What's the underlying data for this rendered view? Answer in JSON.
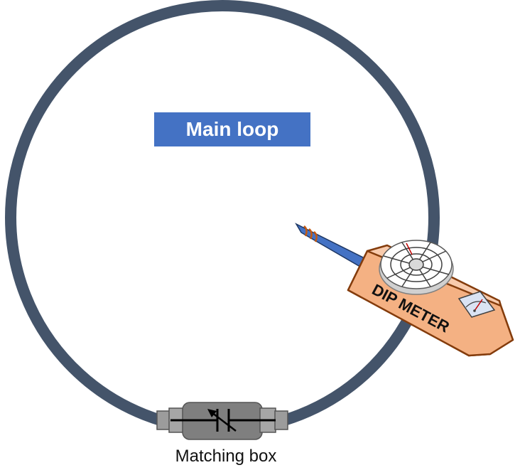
{
  "main_loop": {
    "label": "Main loop",
    "label_bg": "#4472c4",
    "loop_color": "#44546a"
  },
  "matching_box": {
    "label": "Matching box",
    "body_color": "#7f7f7f",
    "symbol": "variable-capacitor-icon"
  },
  "dip_meter": {
    "label": "DIP METER",
    "body_color": "#f4b183",
    "outline_color": "#843c0c",
    "probe_color": "#4472c4",
    "dial": "tuning-dial-icon",
    "gauge": "analog-meter-icon"
  }
}
